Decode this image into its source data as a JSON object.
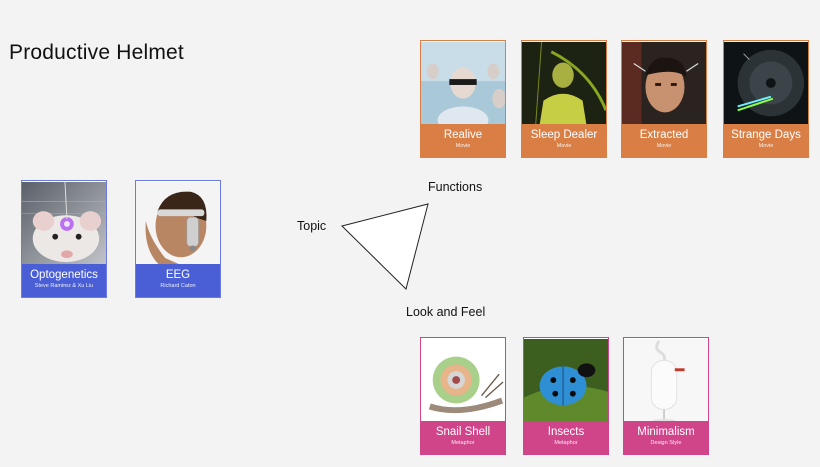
{
  "title": "Productive Helmet",
  "diagram": {
    "topic_label": "Topic",
    "functions_label": "Functions",
    "look_label": "Look and Feel"
  },
  "colors": {
    "movie_band": "#d97f45",
    "metaphor_band": "#d0448a",
    "science_band": "#4a5fd6",
    "movie_border": "#d97f45",
    "metaphor_border": "#d0448a",
    "science_border": "#6b7be0"
  },
  "topic_cards": [
    {
      "title": "Optogenetics",
      "subtitle": "Steve Ramirez & Xu Liu",
      "image": "lab-rat-with-implant"
    },
    {
      "title": "EEG",
      "subtitle": "Richard Caton",
      "image": "woman-wearing-headset"
    }
  ],
  "function_cards": [
    {
      "title": "Realive",
      "subtitle": "Movie",
      "image": "men-in-visors"
    },
    {
      "title": "Sleep Dealer",
      "subtitle": "Movie",
      "image": "man-with-green-light"
    },
    {
      "title": "Extracted",
      "subtitle": "Movie",
      "image": "man-with-electrodes"
    },
    {
      "title": "Strange Days",
      "subtitle": "Movie",
      "image": "disc-with-laser"
    }
  ],
  "look_cards": [
    {
      "title": "Snail Shell",
      "subtitle": "Metaphor",
      "image": "snail"
    },
    {
      "title": "Insects",
      "subtitle": "Metaphor",
      "image": "blue-beetle-on-leaf"
    },
    {
      "title": "Minimalism",
      "subtitle": "Design Style",
      "image": "white-smoking-object"
    }
  ]
}
